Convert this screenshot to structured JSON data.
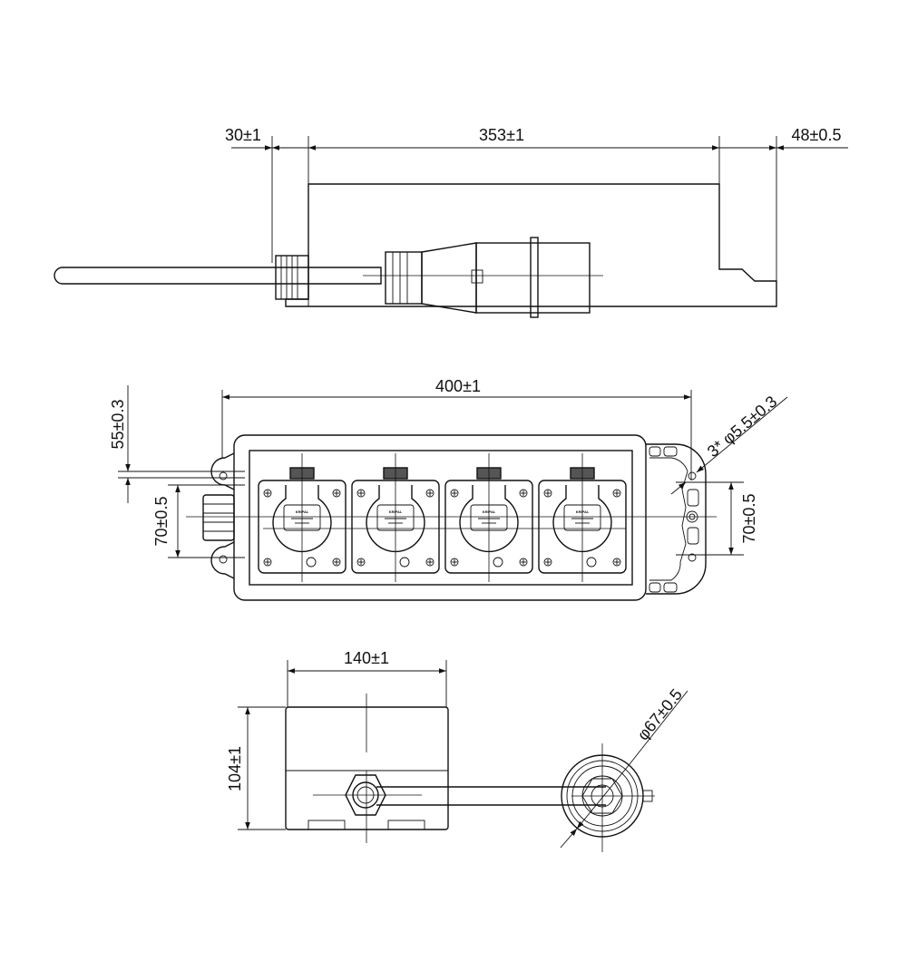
{
  "colors": {
    "line": "#111111",
    "background": "#ffffff"
  },
  "top_view": {
    "dim_left": "30±1",
    "dim_body": "353±1",
    "dim_right": "48±0.5"
  },
  "front_view": {
    "dim_width": "400±1",
    "dim_ear_offset": "55±0.3",
    "dim_left_spacing": "70±0.5",
    "dim_right_spacing": "70±0.5",
    "dim_holes": "3* φ5.5±0.3",
    "socket_count": 4,
    "socket_brand": "KRIPAL"
  },
  "side_view": {
    "dim_width": "140±1",
    "dim_height": "104±1",
    "dim_plug_diameter": "φ67±0.5"
  }
}
